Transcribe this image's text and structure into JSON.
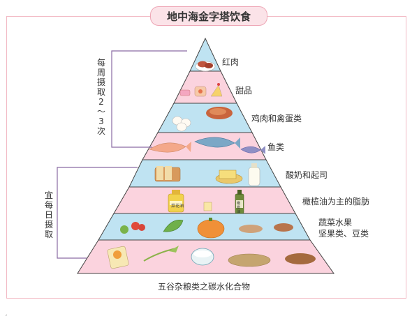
{
  "title": "地中海金字塔饮食",
  "levels": [
    {
      "label": "红肉"
    },
    {
      "label": "甜品"
    },
    {
      "label": "鸡肉和禽蛋类"
    },
    {
      "label": "鱼类"
    },
    {
      "label": "酸奶和起司"
    },
    {
      "label": "橄榄油为主的脂肪"
    },
    {
      "label": "蔬菜水果\n坚果类、豆类"
    },
    {
      "label": "五谷杂粮类之碳水化合物"
    }
  ],
  "brackets": {
    "weekly": "每周摄取2～3次",
    "daily": "宜每日摄取"
  },
  "food_tags": {
    "oil_bottle": "菜花油",
    "olive_bottle": "橄榄油"
  },
  "colors": {
    "blue": "#bfe3f2",
    "pink": "#fbd3de",
    "outline": "#444444",
    "bracket": "#8a6aa3"
  },
  "footer_mark": "′"
}
